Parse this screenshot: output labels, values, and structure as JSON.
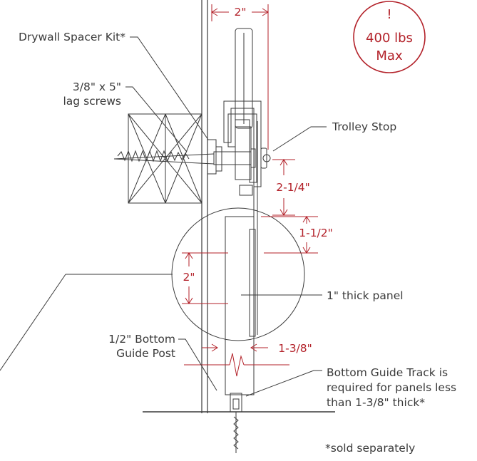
{
  "colors": {
    "ink": "#3a3a3a",
    "accent": "#b3222a"
  },
  "weight_badge": {
    "symbol": "!",
    "line1": "400 lbs",
    "line2": "Max"
  },
  "dimensions": {
    "top_width": "2\"",
    "stop_offset": "2-1/4\"",
    "panel_gap": "1-1/2\"",
    "detail_height": "2\"",
    "panel_thickness_limit": "1-3/8\""
  },
  "callouts": {
    "drywall_spacer": "Drywall Spacer Kit*",
    "lag_screws_line1": "3/8\" x 5\"",
    "lag_screws_line2": "lag screws",
    "trolley_stop": "Trolley Stop",
    "panel": "1\" thick panel",
    "guide_post_line1": "1/2\" Bottom",
    "guide_post_line2": "Guide Post",
    "guide_track_line1": "Bottom Guide Track is",
    "guide_track_line2": "required for panels less",
    "guide_track_line3": "than 1-3/8\" thick*"
  },
  "footnote": "*sold separately"
}
